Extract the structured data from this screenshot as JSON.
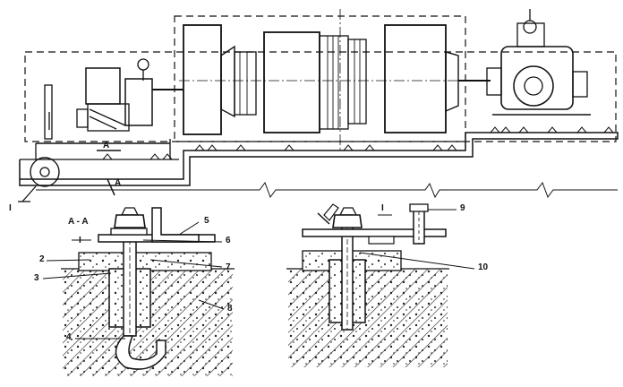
{
  "labels": {
    "section_aa": "A - A",
    "section_i": "I",
    "detail_i_marker": "I",
    "cut_a_top": "A",
    "cut_a_bottom": "A",
    "n2": "2",
    "n3": "3",
    "n4": "4",
    "n5": "5",
    "n6": "6",
    "n7": "7",
    "n8": "8",
    "n9": "9",
    "n10": "10"
  },
  "colors": {
    "ink": "#111111",
    "paper": "#ffffff",
    "hatch": "#222222"
  }
}
